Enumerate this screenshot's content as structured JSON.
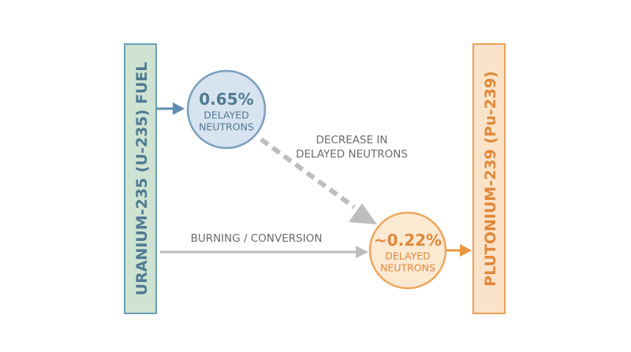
{
  "uranium": {
    "label": "URANIUM-235 (U-235) FUEL",
    "fill": "#cfe3d3",
    "stroke": "#6b9fb5",
    "text_color": "#4f7a93"
  },
  "plutonium": {
    "label": "PLUTONIUM-239 (Pu-239)",
    "fill": "#fbe3c9",
    "stroke": "#e8a05a",
    "text_color": "#e0883a"
  },
  "u235_circle": {
    "value": "0.65%",
    "line1": "DELAYED",
    "line2": "NEUTRONS",
    "fill": "#d7e3ee",
    "stroke": "#7aa0bd",
    "text_color": "#4f7a93"
  },
  "pu239_circle": {
    "value": "~0.22%",
    "line1": "DELAYED",
    "line2": "NEUTRONS",
    "fill": "#fce9d2",
    "stroke": "#eea65c",
    "text_color": "#e0883a"
  },
  "decrease_label": {
    "line1": "DECREASE IN",
    "line2": "DELAYED NEUTRONS"
  },
  "conversion_label": "BURNING / CONVERSION",
  "colors": {
    "gray_arrow": "#bdbdbd",
    "gray_text": "#6b6b6b",
    "blue_arrow": "#5f8db0",
    "orange_arrow": "#e8963f"
  }
}
